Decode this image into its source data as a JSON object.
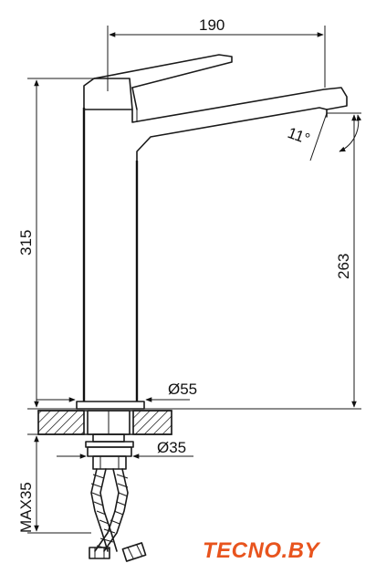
{
  "dimensions": {
    "width_190": "190",
    "height_315": "315",
    "height_263": "263",
    "angle_11": "11°",
    "diameter_55": "Ø55",
    "diameter_35": "Ø35",
    "max_35": "MAX35"
  },
  "logo": {
    "text": "TECNO.BY",
    "color": "#e8541e"
  },
  "colors": {
    "line": "#1a1a1a"
  }
}
